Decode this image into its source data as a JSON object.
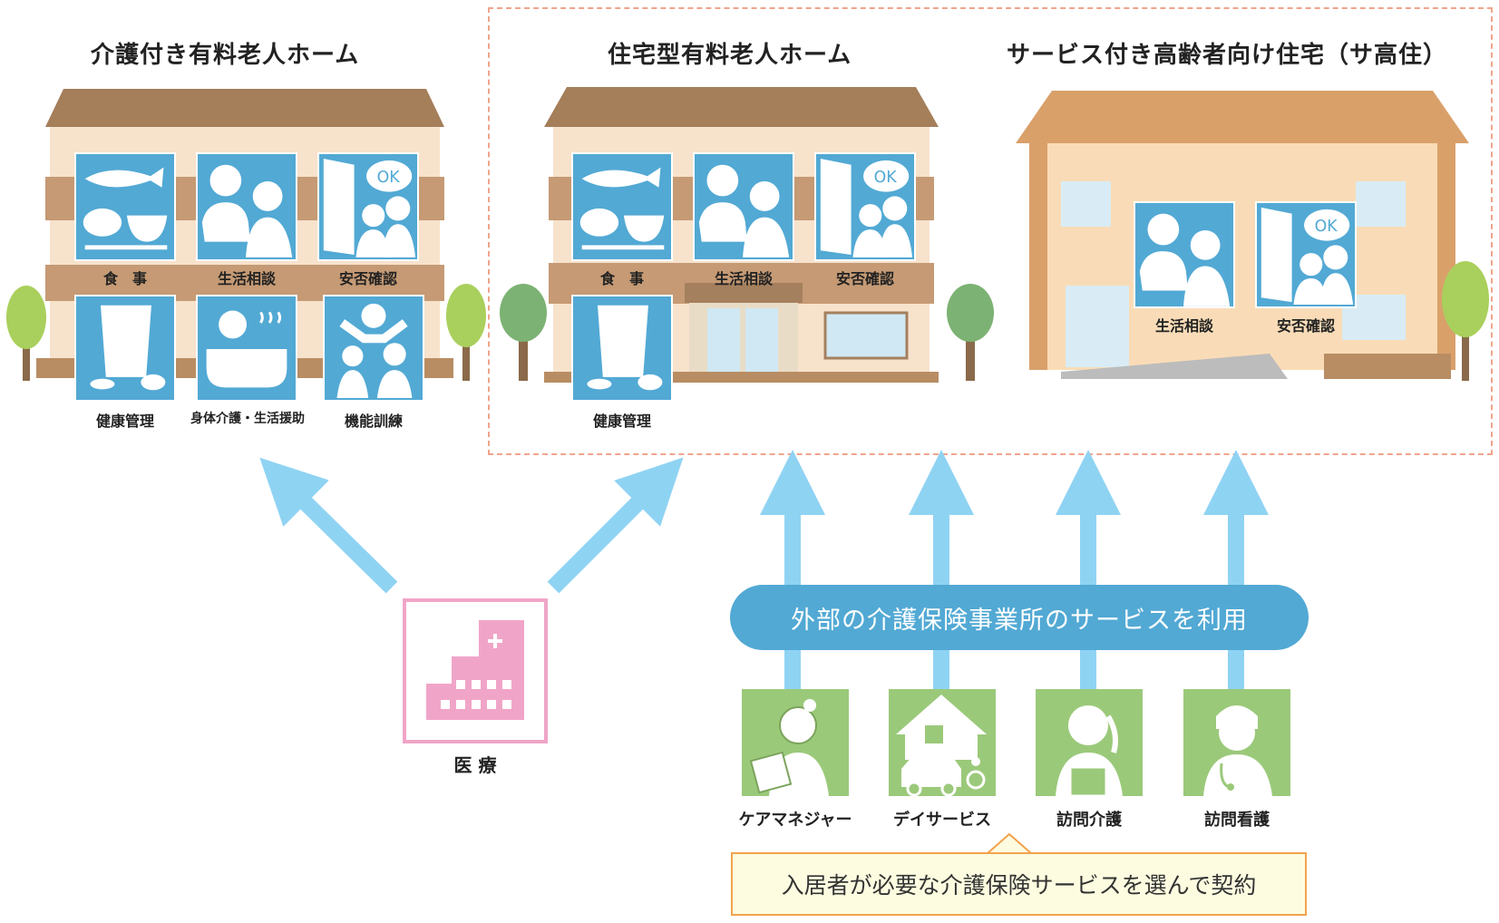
{
  "facilities": [
    {
      "title": "介護付き有料老人ホーム",
      "services": [
        "食　事",
        "生活相談",
        "安否確認",
        "健康管理",
        "身体介護・生活援助",
        "機能訓練"
      ]
    },
    {
      "title": "住宅型有料老人ホーム",
      "services": [
        "食　事",
        "生活相談",
        "安否確認",
        "健康管理"
      ]
    },
    {
      "title": "サービス付き高齢者向け住宅（サ高住）",
      "services": [
        "生活相談",
        "安否確認"
      ]
    }
  ],
  "ok_text": "OK",
  "medical_label": "医 療",
  "external_banner": "外部の介護保険事業所のサービスを利用",
  "external_services": [
    "ケアマネジャー",
    "デイサービス",
    "訪問介護",
    "訪問看護"
  ],
  "contract_text": "入居者が必要な介護保険サービスを選んで契約",
  "colors": {
    "icon_blue": "#52a9d4",
    "arrow_blue": "#8fd3f3",
    "service_green": "#9bc97a",
    "medical_pink": "#f0a5c8",
    "dashed_border": "#f0a48c",
    "contract_border": "#f2a34e",
    "contract_fill": "#fdfce0",
    "roof_brown": "#a57e5a",
    "wall_cream": "#f7e2cc"
  }
}
